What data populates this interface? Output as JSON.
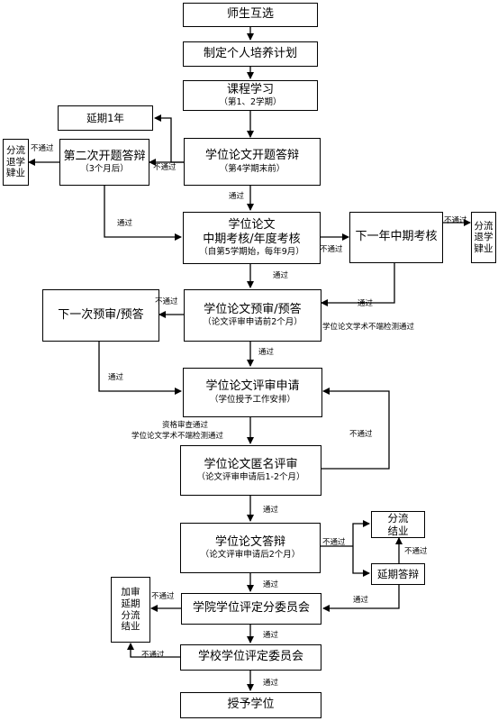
{
  "nodes": {
    "mutual_selection": "师生互选",
    "training_plan": "制定个人培养计划",
    "course_study": {
      "title": "课程学习",
      "sub": "（第1、2学期）"
    },
    "extend_one_year": "延期1年",
    "proposal_defense": {
      "title": "学位论文开题答辩",
      "sub": "（第4学期末前）"
    },
    "second_proposal": {
      "title": "第二次开题答辩",
      "sub": "（3个月后）"
    },
    "withdraw_left": [
      "分流",
      "退学",
      "肄业"
    ],
    "midterm_review": {
      "line1": "学位论文",
      "line2": "中期考核/年度考核",
      "sub": "（自第5学期始，每年9月）"
    },
    "next_year_midterm": "下一年中期考核",
    "withdraw_right": [
      "分流",
      "退学",
      "肄业"
    ],
    "pre_review": {
      "title": "学位论文预审/预答",
      "sub": "（论文评审申请前2个月）"
    },
    "next_pre_review": "下一次预审/预答",
    "review_application": {
      "title": "学位论文评审申请",
      "sub": "（学位授予工作安排）"
    },
    "blind_review": {
      "title": "学位论文匿名评审",
      "sub": "（论文评审申请后1-2个月）"
    },
    "thesis_defense": {
      "title": "学位论文答辩",
      "sub": "（论文评审申请后2个月）"
    },
    "divert_complete": [
      "分流",
      "结业"
    ],
    "delayed_defense": "延期答辩",
    "extra_review": [
      "加审",
      "延期",
      "分流",
      "结业"
    ],
    "college_committee": "学院学位评定分委员会",
    "university_committee": "学校学位评定委员会",
    "degree_award": "授予学位"
  },
  "labels": {
    "pass": "通过",
    "fail": "不通过",
    "plagiarism_pass": "学位论文学术不端检测通过",
    "qualification_pass": "资格审查通过",
    "qualification_plagiarism_pass": "学位论文学术不端检测通过"
  }
}
